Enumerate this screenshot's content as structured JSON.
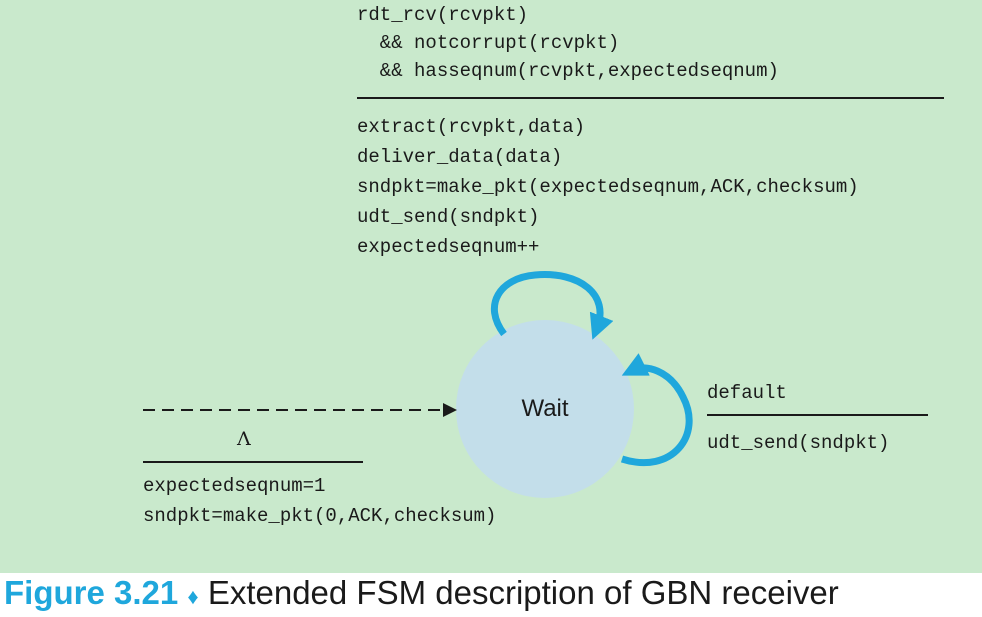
{
  "top_transition": {
    "event_lines": [
      "rdt_rcv(rcvpkt)",
      "  && notcorrupt(rcvpkt)",
      "  && hasseqnum(rcvpkt,expectedseqnum)"
    ],
    "action_lines": [
      "extract(rcvpkt,data)",
      "deliver_data(data)",
      "sndpkt=make_pkt(expectedseqnum,ACK,checksum)",
      "udt_send(sndpkt)",
      "expectedseqnum++"
    ]
  },
  "state": {
    "label": "Wait"
  },
  "initial_transition": {
    "event": "Λ",
    "action_lines": [
      "expectedseqnum=1",
      "sndpkt=make_pkt(0,ACK,checksum)"
    ]
  },
  "default_transition": {
    "event": "default",
    "action": "udt_send(sndpkt)"
  },
  "caption": {
    "figure_number": "Figure 3.21",
    "separator": "♦",
    "text": "Extended FSM description of GBN receiver"
  },
  "colors": {
    "panel_background": "#c9e9cc",
    "state_fill": "#c3deea",
    "loop_arrow": "#1fa7dc",
    "caption_accent": "#1fa7dc"
  }
}
